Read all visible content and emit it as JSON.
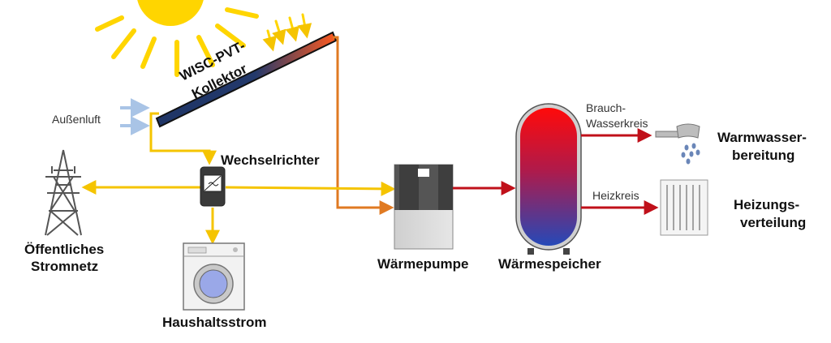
{
  "labels": {
    "collector_line1": "WISC-PVT-",
    "collector_line2": "Kollektor",
    "outside_air": "Außenluft",
    "inverter": "Wechselrichter",
    "grid_line1": "Öffentliches",
    "grid_line2": "Stromnetz",
    "household": "Haushaltsstrom",
    "heat_pump": "Wärmepumpe",
    "storage": "Wärmespeicher",
    "dhw_circuit_line1": "Brauch-",
    "dhw_circuit_line2": "Wasserkreis",
    "heating_circuit": "Heizkreis",
    "dhw_line1": "Warmwasser-",
    "dhw_line2": "bereitung",
    "heat_dist_line1": "Heizungs-",
    "heat_dist_line2": "verteilung"
  },
  "colors": {
    "electric": "#f5c400",
    "pipe_orange": "#e07a22",
    "hot_red": "#c0101a",
    "air_blue": "#a9c4e6",
    "sun": "#ffd500",
    "panel_dark": "#1f3566",
    "panel_hot": "#ff5a1f"
  },
  "icons": {
    "sun": "sun-icon",
    "grid": "power-pylon-icon",
    "washer": "washing-machine-icon",
    "inverter": "inverter-icon",
    "heat_pump": "heat-pump-icon",
    "storage": "storage-tank-icon",
    "shower": "shower-head-icon",
    "radiator": "radiator-icon"
  }
}
